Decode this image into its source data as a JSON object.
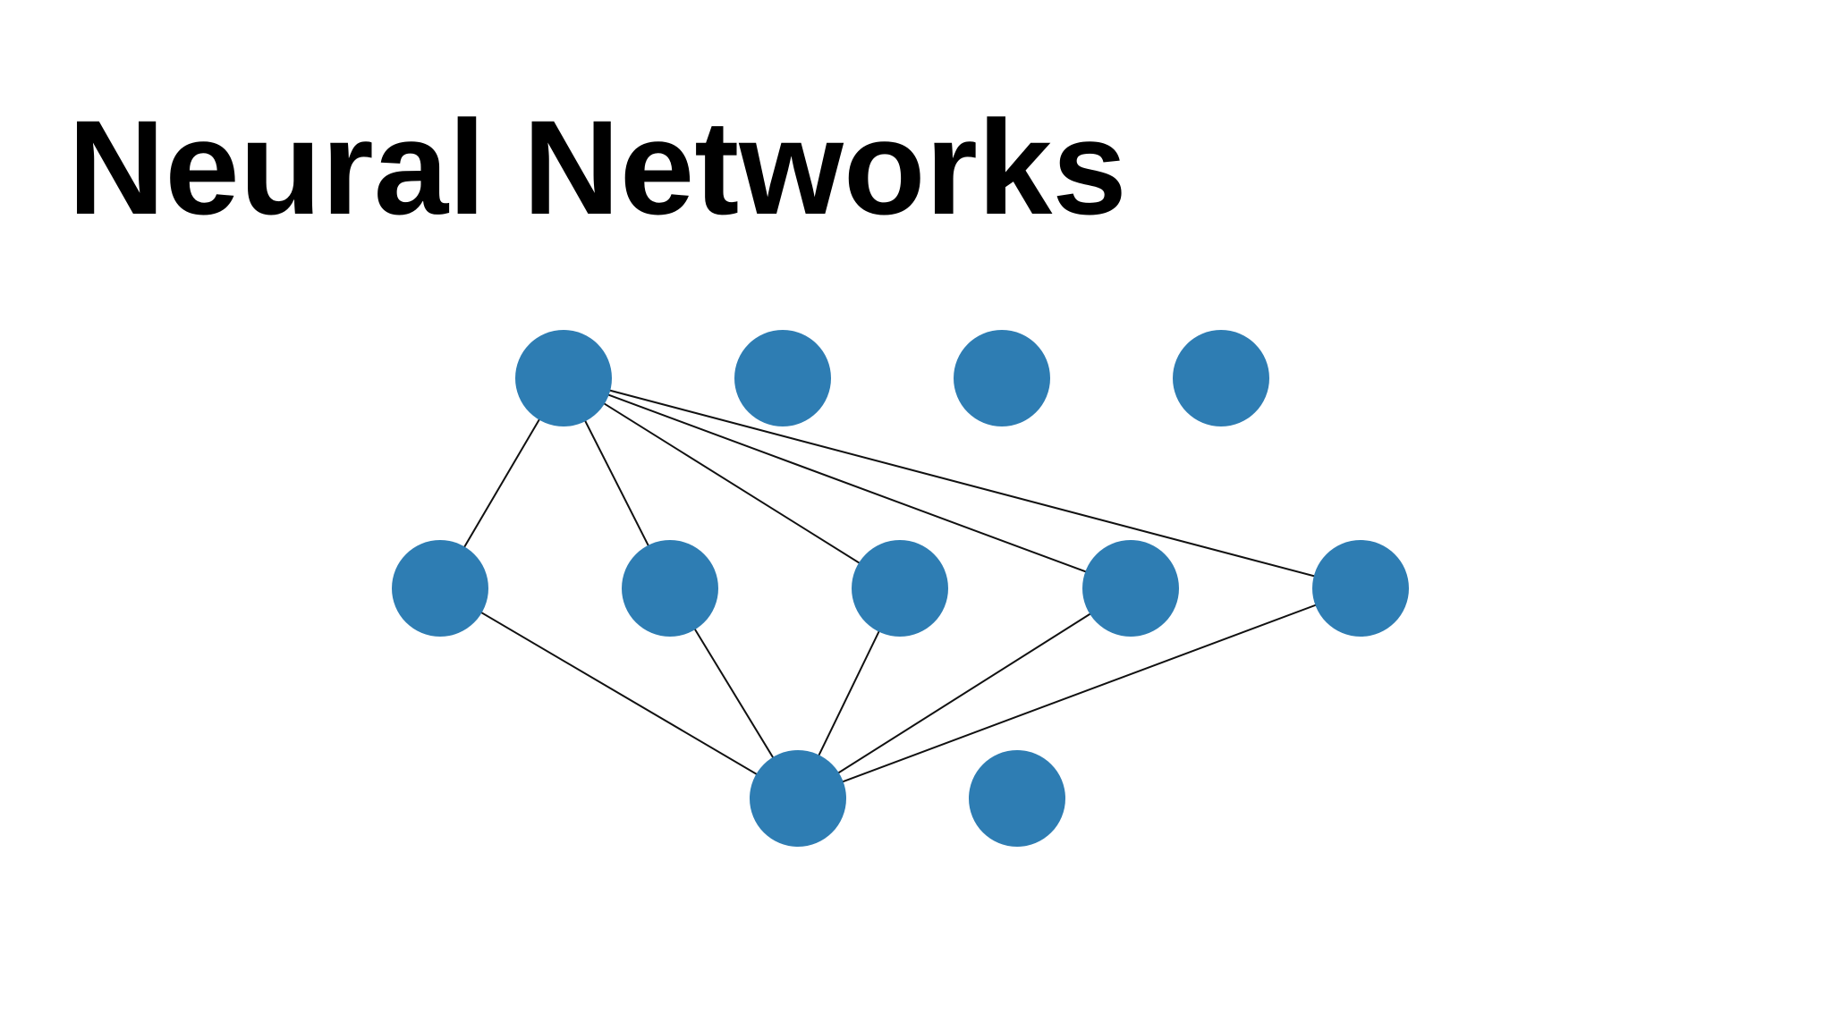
{
  "slide": {
    "title": "Neural Networks"
  },
  "colors": {
    "node": "#2e7db3",
    "edge": "#111111",
    "background": "#ffffff",
    "title": "#000000"
  },
  "diagram": {
    "layers": [
      {
        "id": "top",
        "nodes": [
          "t1",
          "t2",
          "t3",
          "t4"
        ]
      },
      {
        "id": "middle",
        "nodes": [
          "m1",
          "m2",
          "m3",
          "m4",
          "m5"
        ]
      },
      {
        "id": "bottom",
        "nodes": [
          "b1",
          "b2"
        ]
      }
    ],
    "edges": [
      [
        "t1",
        "m1"
      ],
      [
        "t1",
        "m2"
      ],
      [
        "t1",
        "m3"
      ],
      [
        "t1",
        "m4"
      ],
      [
        "t1",
        "m5"
      ],
      [
        "m1",
        "b1"
      ],
      [
        "m2",
        "b1"
      ],
      [
        "m3",
        "b1"
      ],
      [
        "m4",
        "b1"
      ],
      [
        "m5",
        "b1"
      ]
    ]
  }
}
